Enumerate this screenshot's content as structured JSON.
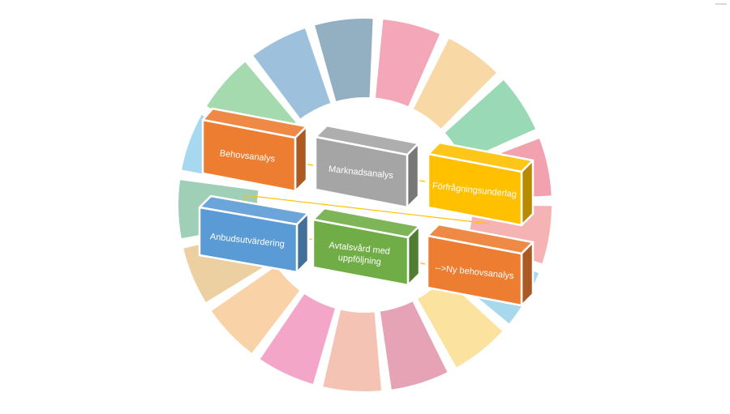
{
  "diagram": {
    "steps": [
      {
        "id": "behovsanalys",
        "lines": [
          "Behovsanalys"
        ],
        "color": "#ED7D31"
      },
      {
        "id": "marknadsanalys",
        "lines": [
          "Marknadsanalys"
        ],
        "color": "#A5A5A5"
      },
      {
        "id": "forfragningsunderlag",
        "lines": [
          "Förfrågningsunderlag"
        ],
        "color": "#FFC000"
      },
      {
        "id": "anbudsutvardering",
        "lines": [
          "Anbudsutvärdering"
        ],
        "color": "#5B9BD5"
      },
      {
        "id": "avtalsvard",
        "lines": [
          "Avtalsvård med",
          "uppföljning"
        ],
        "color": "#70AD47"
      },
      {
        "id": "ny-behovsanalys",
        "lines": [
          "-->Ny behovsanalys"
        ],
        "color": "#ED7D31"
      }
    ],
    "ring_colors": [
      "#F4A7B9",
      "#F8D9A6",
      "#9AD9B5",
      "#F1A2AE",
      "#F6B3B3",
      "#A8D8EC",
      "#FBE29E",
      "#E6A3B5",
      "#F5C3B3",
      "#F4A6C8",
      "#F9D3A7",
      "#ECD0A1",
      "#9FCFB7",
      "#A6D9F0",
      "#A5D9AE",
      "#9DC1DD",
      "#93AFC2"
    ]
  }
}
